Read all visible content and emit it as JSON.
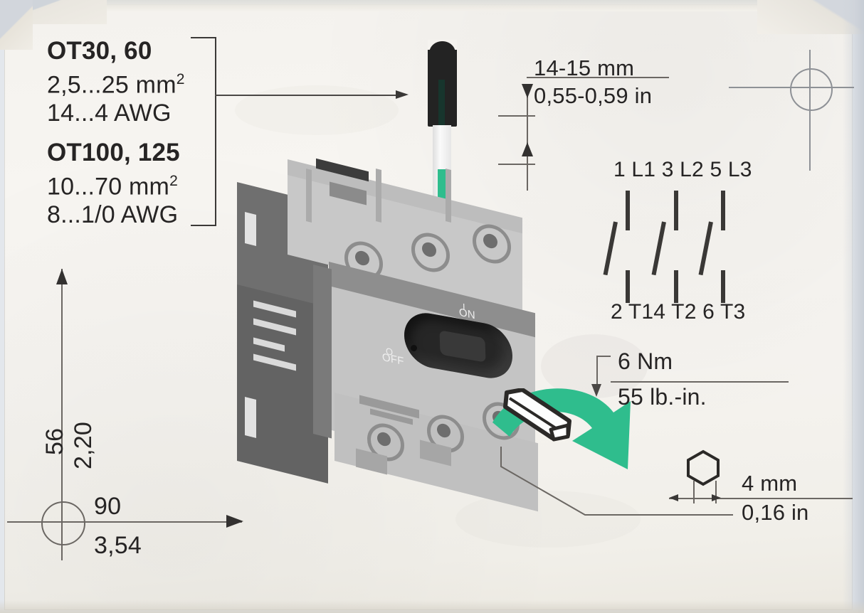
{
  "document": {
    "kind": "product-label-diagram",
    "brand_product": "OT switch-disconnector installation label"
  },
  "wire_range": {
    "group1": {
      "title": "OT30, 60",
      "metric": "2,5...25 mm",
      "metric_sup": "2",
      "awg": "14...4 AWG"
    },
    "group2": {
      "title": "OT100, 125",
      "metric": "10...70 mm",
      "metric_sup": "2",
      "awg": "8...1/0 AWG"
    }
  },
  "strip_length": {
    "metric": "14-15 mm",
    "imperial": "0,55-0,59 in"
  },
  "torque": {
    "metric": "6 Nm",
    "imperial": "55 lb.-in."
  },
  "hex_key": {
    "metric": "4 mm",
    "imperial": "0,16 in",
    "icon": "hexagon-icon"
  },
  "dimensions": {
    "height": {
      "metric": "56",
      "imperial": "2,20"
    },
    "width": {
      "metric": "90",
      "imperial": "3,54"
    }
  },
  "wiring_diagram": {
    "top_terminals": [
      "1 L1",
      "3 L2",
      "5 L3"
    ],
    "bottom_terminals": [
      "2 T1",
      "4 T2",
      "6 T3"
    ],
    "top_row_text": "1 L1 3 L2 5 L3",
    "bottom_row_text": "2 T14 T2 6 T3",
    "poles": 3
  },
  "switch_body": {
    "handle_on_label": "ON",
    "handle_on_symbol": "I",
    "handle_off_label": "OFF",
    "handle_off_symbol": "O"
  },
  "colors": {
    "accent_green": "#2fbd8d",
    "ink": "#2e2c2b",
    "paper": "#f5f3ef",
    "body_light": "#cfcfcf",
    "body_mid": "#9a9a9a",
    "body_dark": "#6a6a6a"
  }
}
